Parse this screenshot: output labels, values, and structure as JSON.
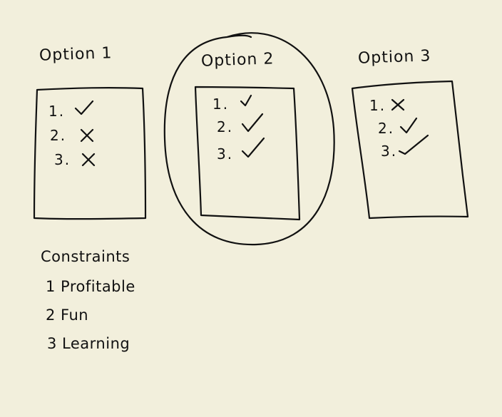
{
  "options": [
    {
      "title": "Option 1",
      "items": [
        {
          "num": "1.",
          "mark": "check"
        },
        {
          "num": "2.",
          "mark": "x"
        },
        {
          "num": "3.",
          "mark": "x"
        }
      ]
    },
    {
      "title": "Option 2",
      "selected": true,
      "items": [
        {
          "num": "1.",
          "mark": "check"
        },
        {
          "num": "2.",
          "mark": "check"
        },
        {
          "num": "3.",
          "mark": "check"
        }
      ]
    },
    {
      "title": "Option 3",
      "items": [
        {
          "num": "1.",
          "mark": "x"
        },
        {
          "num": "2.",
          "mark": "check"
        },
        {
          "num": "3.",
          "mark": "check"
        }
      ]
    }
  ],
  "constraints": {
    "heading": "Constraints",
    "items": [
      "1 Profitable",
      "2 Fun",
      "3 Learning"
    ]
  }
}
